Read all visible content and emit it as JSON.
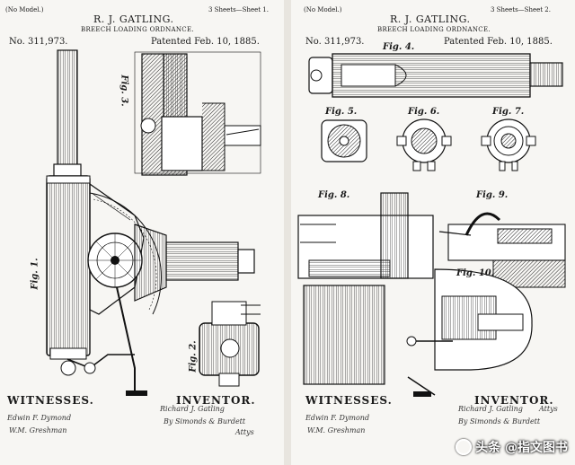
{
  "sheets": [
    {
      "no_model": "(No Model.)",
      "inventor": "R. J. GATLING.",
      "sheet_info": "3 Sheets—Sheet 1.",
      "title": "BREECH LOADING ORDNANCE.",
      "patent_no": "No. 311,973.",
      "patented": "Patented Feb. 10, 1885.",
      "figures": [
        "Fig. 3.",
        "Fig. 1.",
        "Fig. 2."
      ],
      "witnesses_heading": "WITNESSES.",
      "inventor_heading": "INVENTOR.",
      "witness_signatures": [
        "Edwin F. Dymond",
        "W.M. Greshman"
      ],
      "inventor_signature": "Richard J. Gatling",
      "attorney_signature": "By Simonds & Burdett",
      "attorney_suffix": "Attys"
    },
    {
      "no_model": "(No Model.)",
      "inventor": "R. J. GATLING.",
      "sheet_info": "3 Sheets—Sheet 2.",
      "title": "BREECH LOADING ORDNANCE.",
      "patent_no": "No. 311,973.",
      "patented": "Patented Feb. 10, 1885.",
      "figures": [
        "Fig. 4.",
        "Fig. 5.",
        "Fig. 6.",
        "Fig. 7.",
        "Fig. 8.",
        "Fig. 9.",
        "Fig. 10."
      ],
      "witnesses_heading": "WITNESSES.",
      "inventor_heading": "INVENTOR.",
      "witness_signatures": [
        "Edwin F. Dymond",
        "W.M. Greshman"
      ],
      "inventor_signature": "Richard J. Gatling",
      "attorney_signature": "By Simonds & Burdett",
      "attorney_suffix": "Attys"
    }
  ],
  "watermark": "头条 @指文图书",
  "colors": {
    "ink": "#1a1a1a",
    "paper": "#f7f6f3"
  }
}
